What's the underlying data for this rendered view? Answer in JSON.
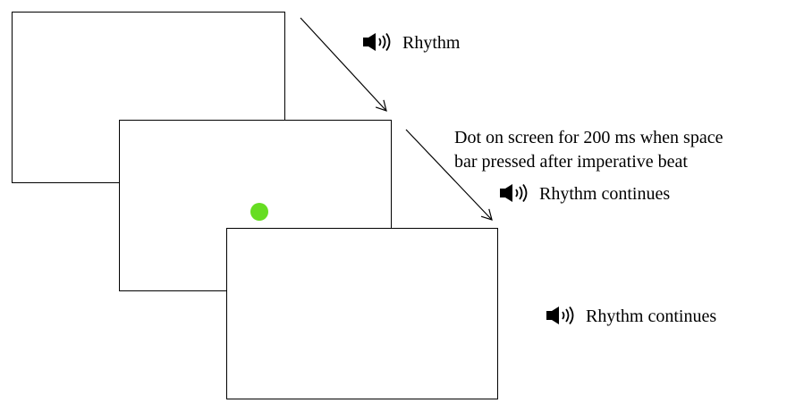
{
  "diagram": {
    "screens": [
      {
        "id": "screen-1",
        "shows_dot": false
      },
      {
        "id": "screen-2",
        "shows_dot": true
      },
      {
        "id": "screen-3",
        "shows_dot": false
      }
    ],
    "dot_color": "#66dd22",
    "arrow_color": "#000000"
  },
  "labels": {
    "rhythm": {
      "icon": "speaker-icon",
      "text": "Rhythm"
    },
    "dot_description": {
      "line1": "Dot on screen for 200 ms when space",
      "line2": "bar pressed after imperative beat"
    },
    "rhythm_continues_1": {
      "icon": "speaker-icon",
      "text": "Rhythm continues"
    },
    "rhythm_continues_2": {
      "icon": "speaker-icon",
      "text": "Rhythm continues"
    }
  }
}
